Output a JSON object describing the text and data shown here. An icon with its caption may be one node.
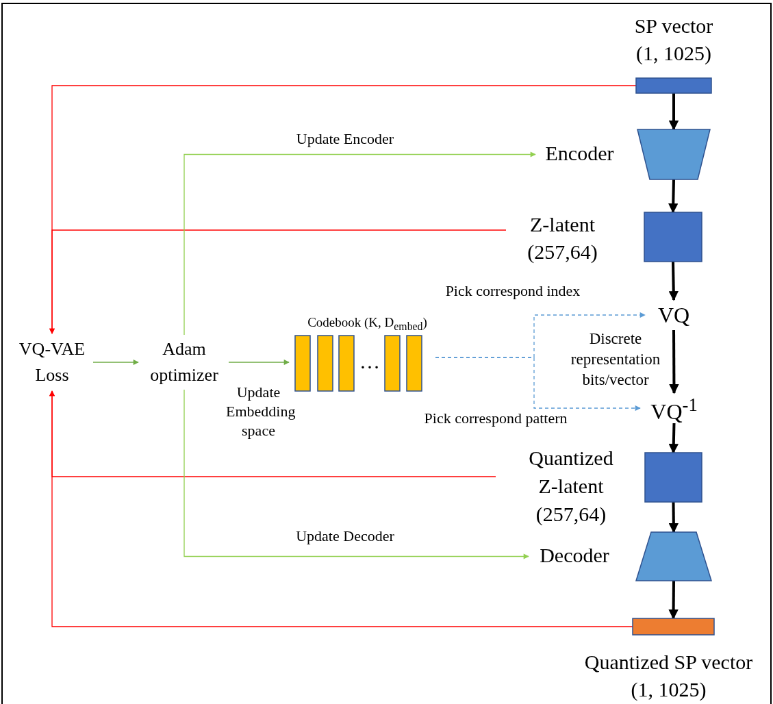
{
  "diagram": {
    "nodes": [
      {
        "text": [
          "SP vector (1, 1025)"
        ]
      },
      {
        "text": [
          "Encoder"
        ]
      },
      {
        "text": [
          "Z-latent (257,64)"
        ]
      },
      {
        "text": [
          "VQ"
        ]
      },
      {
        "text": [
          "VQ$^{-1}$"
        ]
      },
      {
        "text": [
          "Quantized Z-latent (257,64)"
        ]
      },
      {
        "text": [
          "Decoder"
        ]
      },
      {
        "text": [
          "Quantized SP vector (1, 1025)"
        ]
      },
      {
        "text": [
          "VQ-VAE Loss"
        ]
      },
      {
        "text": [
          "Adam optimizer"
        ]
      },
      {
        "text": [
          "Codebook (K, D$_{embed}$)",
          "…"
        ]
      }
    ],
    "edges": [
      {
        "from": 0,
        "to": 1,
        "arrow": "to",
        "style": "thick",
        "color": "#000000"
      },
      {
        "from": 1,
        "to": 2,
        "arrow": "to",
        "style": "thick",
        "color": "#000000"
      },
      {
        "from": 2,
        "to": 3,
        "arrow": "to",
        "style": "thick",
        "color": "#000000"
      },
      {
        "from": 3,
        "to": 4,
        "arrow": "to",
        "style": "thick",
        "color": "#000000"
      },
      {
        "from": 4,
        "to": 5,
        "arrow": "to",
        "style": "thick",
        "color": "#000000"
      },
      {
        "from": 5,
        "to": 6,
        "arrow": "to",
        "style": "thick",
        "color": "#000000"
      },
      {
        "from": 6,
        "to": 7,
        "arrow": "to",
        "style": "thick",
        "color": "#000000"
      },
      {
        "from": 0,
        "to": 8,
        "arrow": "to",
        "color": "#ff0000"
      },
      {
        "from": 2,
        "to": 8,
        "arrow": "to",
        "color": "#ff0000"
      },
      {
        "from": 5,
        "to": 8,
        "arrow": "to",
        "color": "#ff0000"
      },
      {
        "from": 7,
        "to": 8,
        "arrow": "to",
        "color": "#ff0000"
      },
      {
        "from": 8,
        "to": 9,
        "arrow": "to",
        "color": "#70ad47"
      },
      {
        "from": 9,
        "to": 1,
        "arrow": "to",
        "label": "Update Encoder",
        "color": "#92d050"
      },
      {
        "from": 9,
        "to": 6,
        "arrow": "to",
        "label": "Update Decoder",
        "color": "#92d050"
      },
      {
        "from": 9,
        "to": 10,
        "arrow": "to",
        "label": "Update Embedding space",
        "color": "#70ad47"
      },
      {
        "from": 10,
        "to": 3,
        "arrow": "to",
        "label": "Pick correspond index",
        "style": "dashed",
        "color": "#5b9bd5"
      },
      {
        "from": 10,
        "to": 4,
        "arrow": "to",
        "label": "Pick correspond pattern",
        "style": "dashed",
        "color": "#5b9bd5"
      }
    ],
    "labels": [
      "Discrete representation bits/vector"
    ]
  }
}
